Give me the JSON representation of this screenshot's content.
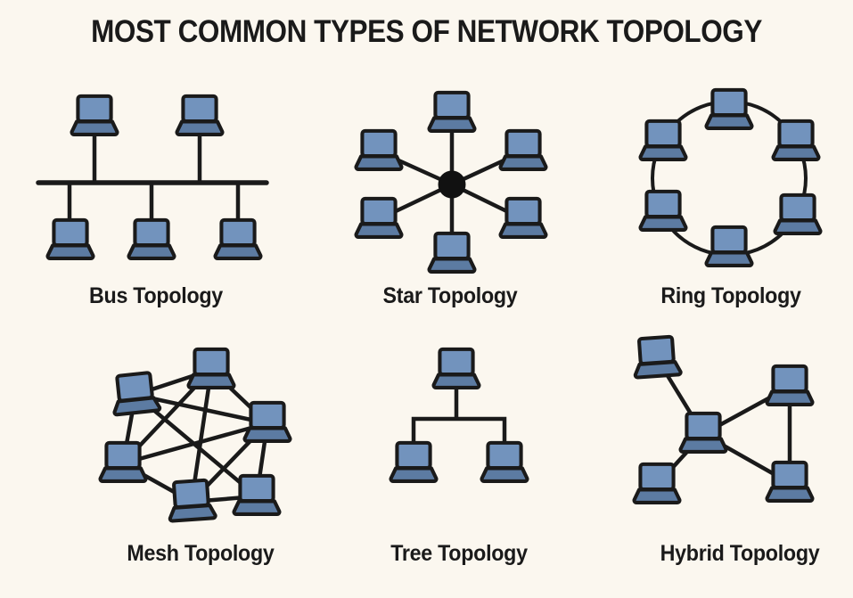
{
  "title": "MOST COMMON TYPES OF NETWORK TOPOLOGY",
  "topologies": [
    {
      "id": "bus",
      "label": "Bus Topology",
      "node_count": 5
    },
    {
      "id": "star",
      "label": "Star Topology",
      "node_count": 6
    },
    {
      "id": "ring",
      "label": "Ring Topology",
      "node_count": 6
    },
    {
      "id": "mesh",
      "label": "Mesh Topology",
      "node_count": 6
    },
    {
      "id": "tree",
      "label": "Tree Topology",
      "node_count": 3
    },
    {
      "id": "hybrid",
      "label": "Hybrid Topology",
      "node_count": 5
    }
  ],
  "icons": {
    "node": "laptop-icon",
    "star_center": "hub-node"
  },
  "colors": {
    "background": "#fbf7ef",
    "ink": "#1a1a1a",
    "laptop_screen": "#7293bd",
    "laptop_base": "#5c7ba2",
    "hub": "#111111"
  }
}
